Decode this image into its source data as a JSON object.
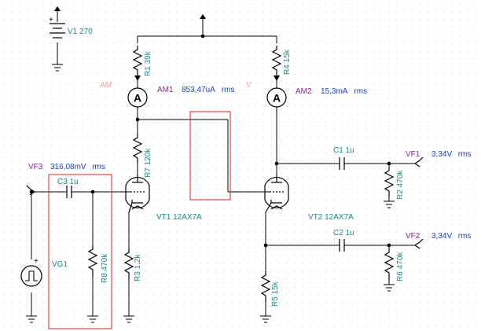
{
  "components": {
    "v1": {
      "name": "V1",
      "value": "270"
    },
    "r1": {
      "name": "R1",
      "value": "39k"
    },
    "r4": {
      "name": "R4",
      "value": "15k"
    },
    "r7": {
      "name": "R7",
      "value": "120k"
    },
    "r3": {
      "name": "R3",
      "value": "1,2k"
    },
    "r5": {
      "name": "R5",
      "value": "15k"
    },
    "r8": {
      "name": "R8",
      "value": "470k"
    },
    "r2": {
      "name": "R2",
      "value": "470k"
    },
    "r6": {
      "name": "R6",
      "value": "470k"
    },
    "c3": {
      "name": "C3",
      "value": "1u"
    },
    "c1": {
      "name": "C1",
      "value": "1u"
    },
    "c2": {
      "name": "C2",
      "value": "1u"
    },
    "vt1": {
      "name": "VT1",
      "value": "12AX7A"
    },
    "vt2": {
      "name": "VT2",
      "value": "12AX7A"
    },
    "vg1": {
      "name": "VG1"
    }
  },
  "meters": {
    "am1": {
      "name": "AM1",
      "reading": "853,47uA",
      "unit": "rms",
      "glyph": "A"
    },
    "am2": {
      "name": "AM2",
      "reading": "15,3mA",
      "unit": "rms",
      "glyph": "A"
    },
    "vf1": {
      "name": "VF1",
      "reading": "3,34V",
      "unit": "rms"
    },
    "vf2": {
      "name": "VF2",
      "reading": "3,34V",
      "unit": "rms"
    },
    "vf3": {
      "name": "VF3",
      "reading": "316,08mV",
      "unit": "rms"
    }
  },
  "ghost_marks": {
    "am1": "AM",
    "am2": "V"
  },
  "colors": {
    "component_label": "#1a8a8a",
    "meter_name": "#8a1f8f",
    "meter_reading": "#1f3fbf",
    "selection_box": "#d42020",
    "pin": "#d43030"
  }
}
